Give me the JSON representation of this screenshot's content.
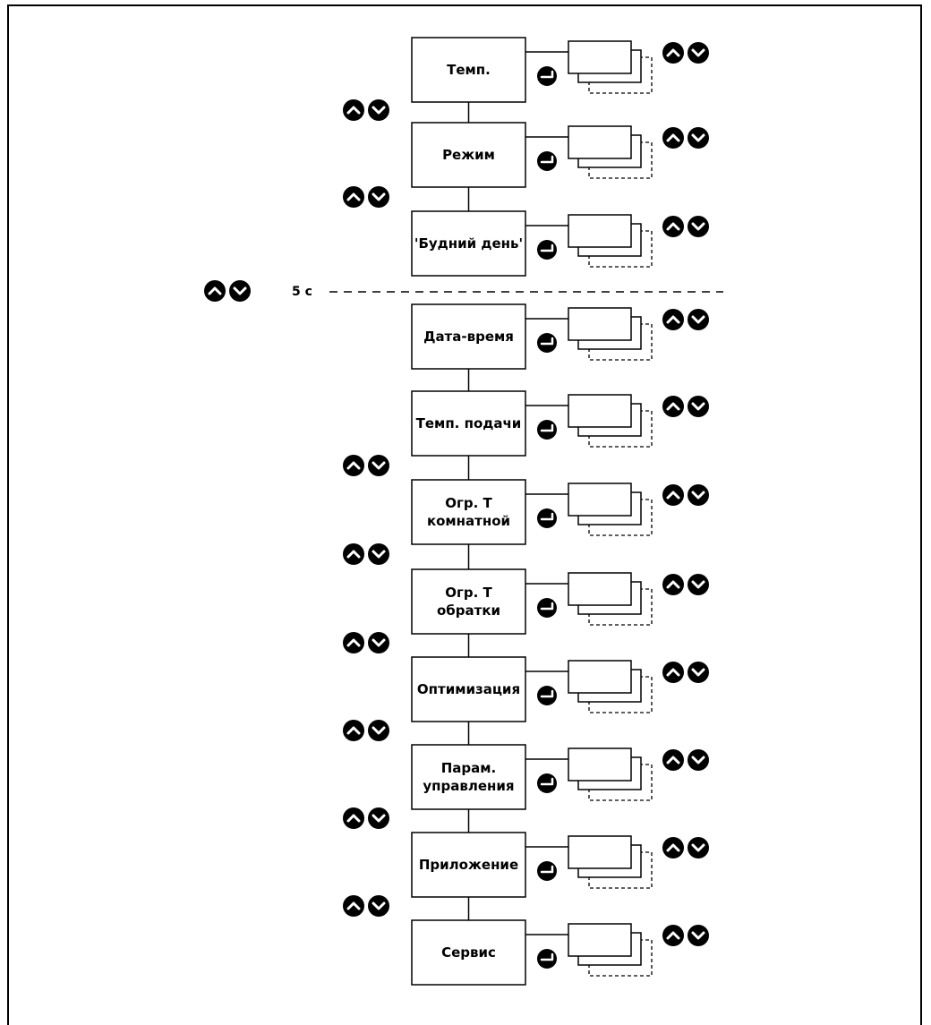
{
  "separator": {
    "label": "5 с"
  },
  "menu": [
    {
      "id": "temp",
      "lines": [
        "Темп."
      ]
    },
    {
      "id": "mode",
      "lines": [
        "Режим"
      ]
    },
    {
      "id": "weekday",
      "lines": [
        "'Будний день'"
      ]
    },
    {
      "id": "datetime",
      "lines": [
        "Дата-время"
      ]
    },
    {
      "id": "flow-temp",
      "lines": [
        "Темп. подачи"
      ]
    },
    {
      "id": "room-limit",
      "lines": [
        "Огр. Т",
        "комнатной"
      ]
    },
    {
      "id": "return-limit",
      "lines": [
        "Огр. Т",
        "обратки"
      ]
    },
    {
      "id": "optimization",
      "lines": [
        "Оптимизация"
      ]
    },
    {
      "id": "control-params",
      "lines": [
        "Парам.",
        "управления"
      ]
    },
    {
      "id": "application",
      "lines": [
        "Приложение"
      ]
    },
    {
      "id": "service",
      "lines": [
        "Сервис"
      ]
    }
  ]
}
